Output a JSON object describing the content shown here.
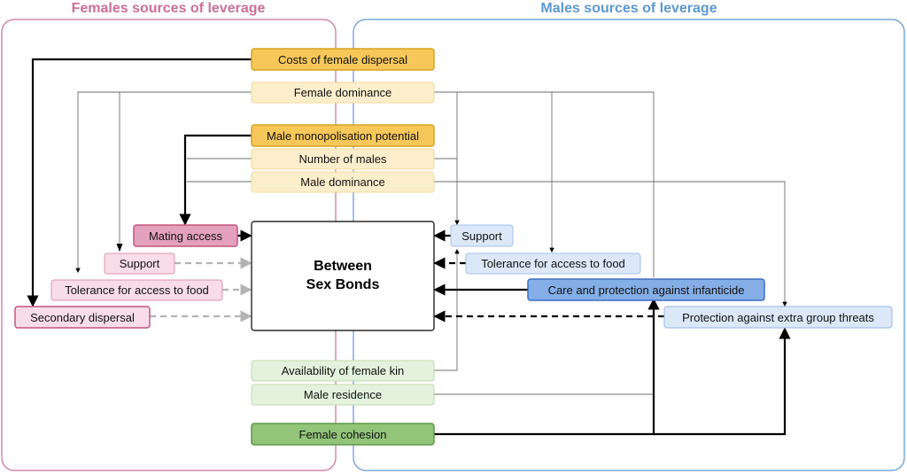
{
  "panels": {
    "females": {
      "title": "Females sources of leverage",
      "color": "#cc6f94"
    },
    "males": {
      "title": "Males sources of leverage",
      "color": "#5c98d0"
    }
  },
  "center": {
    "line1": "Between",
    "line2": "Sex Bonds"
  },
  "nodes": {
    "costs_female_dispersal": "Costs of female dispersal",
    "female_dominance": "Female dominance",
    "male_monopolisation": "Male monopolisation potential",
    "number_of_males": "Number of males",
    "male_dominance": "Male dominance",
    "mating_access": "Mating access",
    "support_female": "Support",
    "tolerance_female": "Tolerance for access to food",
    "secondary_dispersal": "Secondary dispersal",
    "support_male": "Support",
    "tolerance_male": "Tolerance for access to food",
    "care_protection": "Care and protection against infanticide",
    "protection_extra": "Protection against extra group threats",
    "female_kin": "Availability of female kin",
    "male_residence": "Male residence",
    "female_cohesion": "Female cohesion"
  },
  "colors": {
    "orange_strong_fill": "#f7c75a",
    "orange_strong_stroke": "#d6a21e",
    "orange_light_fill": "#fdeecb",
    "orange_light_stroke": "#f3d99c",
    "pink_strong_fill": "#e4a1bd",
    "pink_strong_stroke": "#c3557f",
    "pink_light_fill": "#f8dce7",
    "pink_light_stroke": "#dc95b1",
    "blue_strong_fill": "#85aee6",
    "blue_strong_stroke": "#3d6fc2",
    "blue_light_fill": "#dce8f8",
    "blue_light_stroke": "#a3c0e8",
    "green_strong_fill": "#92c47a",
    "green_strong_stroke": "#5d9a46",
    "green_light_fill": "#e3f2dc",
    "green_light_stroke": "#bcdcae"
  }
}
